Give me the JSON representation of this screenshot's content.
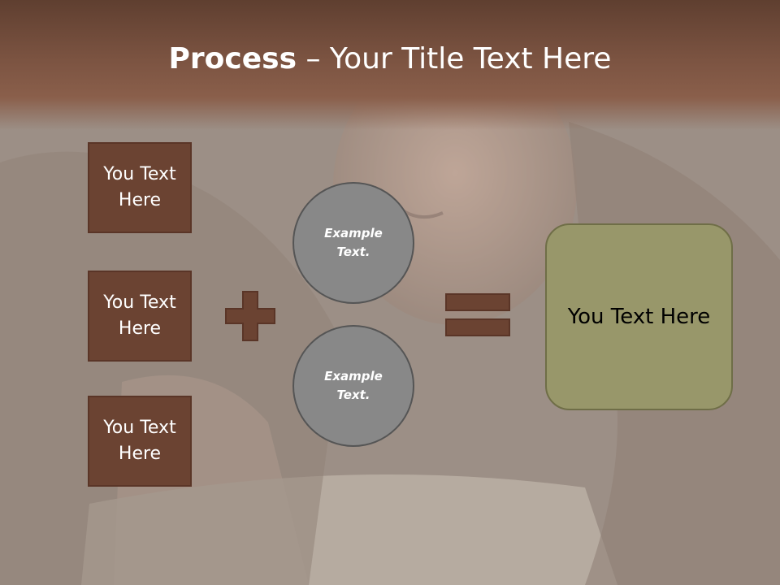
{
  "slide": {
    "title_bold": "Process",
    "title_rest": " – Your Title Text Here"
  },
  "inputs": [
    {
      "label": "You Text Here"
    },
    {
      "label": "You Text Here"
    },
    {
      "label": "You Text Here"
    }
  ],
  "operands": [
    {
      "label": "Example Text."
    },
    {
      "label": "Example Text."
    }
  ],
  "result": {
    "label": "You Text Here"
  },
  "colors": {
    "title_band": "#7b5341",
    "box_fill": "#6b4332",
    "circle_fill": "#888888",
    "result_fill": "#98976a"
  },
  "icons": {
    "plus": "plus-icon",
    "equals": "equals-icon"
  }
}
